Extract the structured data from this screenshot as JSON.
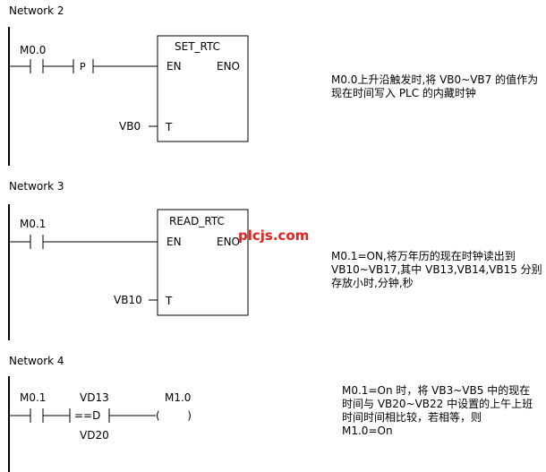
{
  "networks": [
    {
      "title": "Network 2",
      "contact": "M0.0",
      "edge": "P",
      "block": "SET_RTC",
      "en": "EN",
      "eno": "ENO",
      "pin_t": "T",
      "operand": "VB0",
      "comment": "M0.0上升沿触发时,将 VB0~VB7 的值作为现在时间写入 PLC 的内藏时钟"
    },
    {
      "title": "Network 3",
      "contact": "M0.1",
      "block": "READ_RTC",
      "en": "EN",
      "eno": "ENO",
      "pin_t": "T",
      "operand": "VB10",
      "comment": "M0.1=ON,将万年历的现在时钟读出到 VB10~VB17,其中 VB13,VB14,VB15 分别存放小时,分钟,秒"
    },
    {
      "title": "Network 4",
      "contact": "M0.1",
      "compare_top": "VD13",
      "compare_op": "==D",
      "compare_bottom": "VD20",
      "coil": "M1.0",
      "coil_symbol": "(        )",
      "comment": "M0.1=On 时，将 VB3~VB5 中的现在时间与 VB20~VB22 中设置的上午上班时间时间相比较，若相等，则 M1.0=On"
    }
  ],
  "watermark": "plcjs.com"
}
